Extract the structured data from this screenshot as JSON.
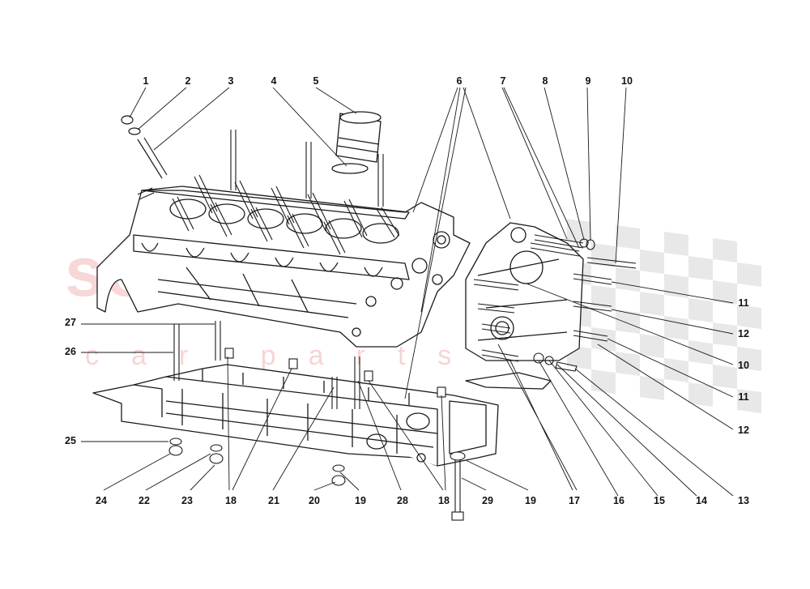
{
  "diagram": {
    "watermark": {
      "brand": "souderia",
      "sub": "car parts",
      "color": "#f2b8b8",
      "flag_color": "#e6e6e6"
    },
    "line_color": "#1a1a1a",
    "callouts": [
      {
        "id": "c1",
        "label": "1"
      },
      {
        "id": "c2",
        "label": "2"
      },
      {
        "id": "c3",
        "label": "3"
      },
      {
        "id": "c4",
        "label": "4"
      },
      {
        "id": "c5",
        "label": "5"
      },
      {
        "id": "c6",
        "label": "6"
      },
      {
        "id": "c7",
        "label": "7"
      },
      {
        "id": "c8",
        "label": "8"
      },
      {
        "id": "c9",
        "label": "9"
      },
      {
        "id": "c10a",
        "label": "10"
      },
      {
        "id": "c11a",
        "label": "11"
      },
      {
        "id": "c12a",
        "label": "12"
      },
      {
        "id": "c10b",
        "label": "10"
      },
      {
        "id": "c11b",
        "label": "11"
      },
      {
        "id": "c12b",
        "label": "12"
      },
      {
        "id": "c27",
        "label": "27"
      },
      {
        "id": "c26",
        "label": "26"
      },
      {
        "id": "c25",
        "label": "25"
      },
      {
        "id": "c24",
        "label": "24"
      },
      {
        "id": "c22",
        "label": "22"
      },
      {
        "id": "c23",
        "label": "23"
      },
      {
        "id": "c18a",
        "label": "18"
      },
      {
        "id": "c21",
        "label": "21"
      },
      {
        "id": "c20",
        "label": "20"
      },
      {
        "id": "c19a",
        "label": "19"
      },
      {
        "id": "c28",
        "label": "28"
      },
      {
        "id": "c18b",
        "label": "18"
      },
      {
        "id": "c29",
        "label": "29"
      },
      {
        "id": "c19b",
        "label": "19"
      },
      {
        "id": "c17",
        "label": "17"
      },
      {
        "id": "c16",
        "label": "16"
      },
      {
        "id": "c15",
        "label": "15"
      },
      {
        "id": "c14",
        "label": "14"
      },
      {
        "id": "c13",
        "label": "13"
      }
    ]
  }
}
